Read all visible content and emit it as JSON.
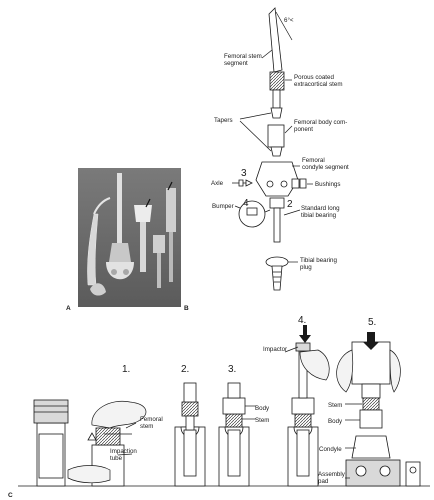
{
  "panel_a": {
    "letter": "A"
  },
  "panel_b": {
    "letter": "B",
    "angle": "6°<",
    "labels": {
      "femoral_stem_segment": [
        "Femoral stem",
        "segment"
      ],
      "porous_coated": [
        "Porous coated",
        "extracortical stem"
      ],
      "tapers": "Tapers",
      "femoral_body": [
        "Femoral body com-",
        "ponent"
      ],
      "femoral_condyle": [
        "Femoral",
        "condyle segment"
      ],
      "axle": "Axle",
      "bushings": "Bushings",
      "bumper": "Bumper",
      "standard_tibial": [
        "Standard long",
        "tibial bearing"
      ],
      "tibial_plug": [
        "Tibial bearing",
        "plug"
      ],
      "num_2": "2",
      "num_3": "3",
      "num_4": "4"
    }
  },
  "panel_c": {
    "letter": "C",
    "steps": [
      "1.",
      "2.",
      "3.",
      "4.",
      "5."
    ],
    "labels": {
      "femoral_stem": [
        "Femoral",
        "stem"
      ],
      "impaction_tube": [
        "Impaction",
        "tube"
      ],
      "body": "Body",
      "stem": "Stem",
      "impactor": "Impactor",
      "stem5": "Stem",
      "body5": "Body",
      "condyle": "Condyle",
      "assembly_pad": [
        "Assembly",
        "pad"
      ]
    }
  }
}
